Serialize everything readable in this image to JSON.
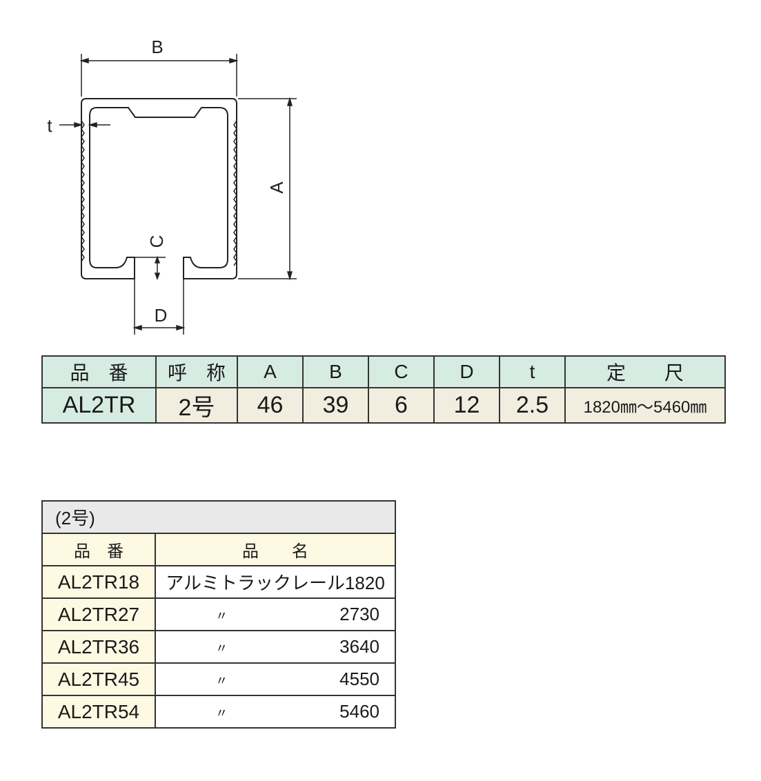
{
  "drawing": {
    "labels": {
      "b": "B",
      "a": "A",
      "t": "t",
      "c": "C",
      "d": "D"
    }
  },
  "spec_table": {
    "headers": [
      "品　番",
      "呼　称",
      "A",
      "B",
      "C",
      "D",
      "t",
      "定　　尺"
    ],
    "row": [
      "AL2TR",
      "2号",
      "46",
      "39",
      "6",
      "12",
      "2.5",
      "1820㎜〜5460㎜"
    ]
  },
  "product_table": {
    "title": "(2号)",
    "headers": [
      "品　番",
      "品　　名"
    ],
    "rows": [
      {
        "code": "AL2TR18",
        "ditto": "",
        "name": "アルミトラックレール1820"
      },
      {
        "code": "AL2TR27",
        "ditto": "〃",
        "name": "2730"
      },
      {
        "code": "AL2TR36",
        "ditto": "〃",
        "name": "3640"
      },
      {
        "code": "AL2TR45",
        "ditto": "〃",
        "name": "4550"
      },
      {
        "code": "AL2TR54",
        "ditto": "〃",
        "name": "5460"
      }
    ]
  }
}
